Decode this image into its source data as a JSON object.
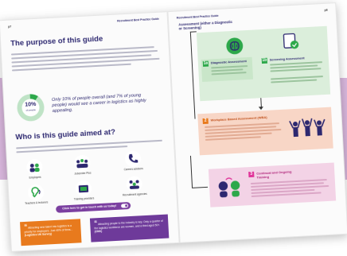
{
  "left_page": {
    "header_left": "p7",
    "header_right": "Recruitment Best Practice Guide",
    "title_purpose": "The purpose of this guide",
    "stat_number": "10%",
    "stat_sub": "of people",
    "stat_text": "Only 10% of people overall (and 7% of young people) would see a career in logistics as highly appealing.",
    "title_who": "Who is this guide aimed at?",
    "audiences": [
      {
        "label": "Employers",
        "icon": "people-icon"
      },
      {
        "label": "Jobcentre Plus",
        "icon": "group-icon"
      },
      {
        "label": "Careers advisers",
        "icon": "phone-icon"
      },
      {
        "label": "Teachers & lecturers",
        "icon": "ear-icon"
      },
      {
        "label": "Training providers",
        "icon": "book-icon"
      },
      {
        "label": "Recruitment agencies",
        "icon": "team-icon"
      }
    ],
    "cta_label": "Click here to get in touch with us today!",
    "quote_orange": "Attracting new talent into logistics is a priority for employers. Just 40% of firms...",
    "quote_orange_source": "(Logistics UK Survey)",
    "quote_purple": "Attracting people to the industry is key. Only a quarter of the logistics workforce are women, and a third aged 50+.",
    "quote_purple_source": "(ONS)"
  },
  "right_page": {
    "header_left": "Recruitment Best Practice Guide",
    "header_right": "p8",
    "title": "Assessment (either a Diagnostic or Screening)",
    "step1_num": "1a",
    "step1_title": "Diagnostic Assessment",
    "step1b_num": "1b",
    "step1b_title": "Screening Assessment",
    "step2_num": "2",
    "step2_title": "Workplace Based Assessment (WBA)",
    "step3_num": "3",
    "step3_title": "Continual and Ongoing Training"
  },
  "colors": {
    "navy": "#2d2870",
    "green": "#2da84a",
    "orange": "#e87a1d",
    "purple": "#6e3a9a",
    "pink": "#e0369a",
    "band": "#d8b6dc"
  }
}
